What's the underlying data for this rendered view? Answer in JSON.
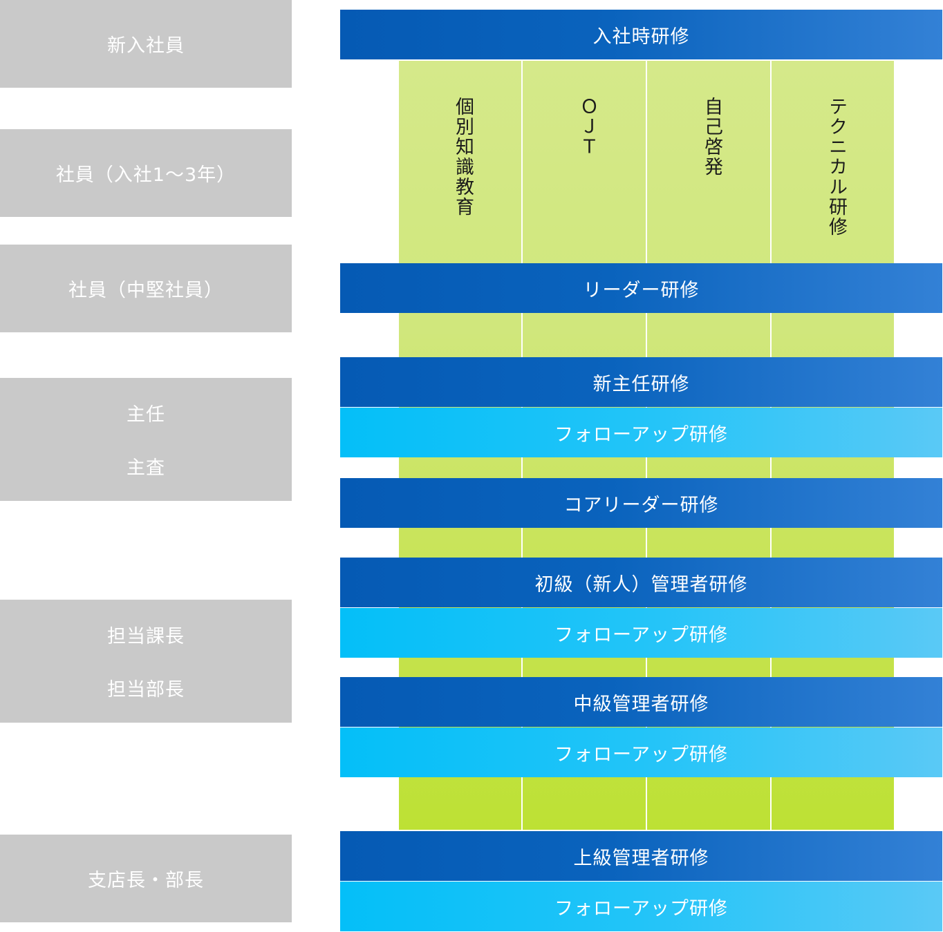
{
  "levels": [
    {
      "lines": [
        "新入社員"
      ]
    },
    {
      "lines": [
        "社員（入社1～3年）"
      ]
    },
    {
      "lines": [
        "社員（中堅社員）"
      ]
    },
    {
      "lines": [
        "主任",
        "主査"
      ]
    },
    {
      "lines": [
        "担当課長",
        "担当部長"
      ]
    },
    {
      "lines": [
        "支店長・部長"
      ]
    }
  ],
  "columns": [
    "個別知識教育",
    "ＯＪＴ",
    "自己啓発",
    "テクニカル研修"
  ],
  "programs": [
    {
      "label": "入社時研修",
      "style": "dark"
    },
    {
      "label": "リーダー研修",
      "style": "dark"
    },
    {
      "label": "新主任研修",
      "style": "dark"
    },
    {
      "label": "フォローアップ研修",
      "style": "light"
    },
    {
      "label": "コアリーダー研修",
      "style": "dark"
    },
    {
      "label": "初級（新人）管理者研修",
      "style": "dark"
    },
    {
      "label": "フォローアップ研修",
      "style": "light"
    },
    {
      "label": "中級管理者研修",
      "style": "dark"
    },
    {
      "label": "フォローアップ研修",
      "style": "light"
    },
    {
      "label": "上級管理者研修",
      "style": "dark"
    },
    {
      "label": "フォローアップ研修",
      "style": "light"
    }
  ],
  "colors": {
    "level_bg": "#c9c9c9",
    "program_dark": "#0a63bd",
    "program_light": "#22c4f8",
    "column_green": "#cfe67a"
  }
}
